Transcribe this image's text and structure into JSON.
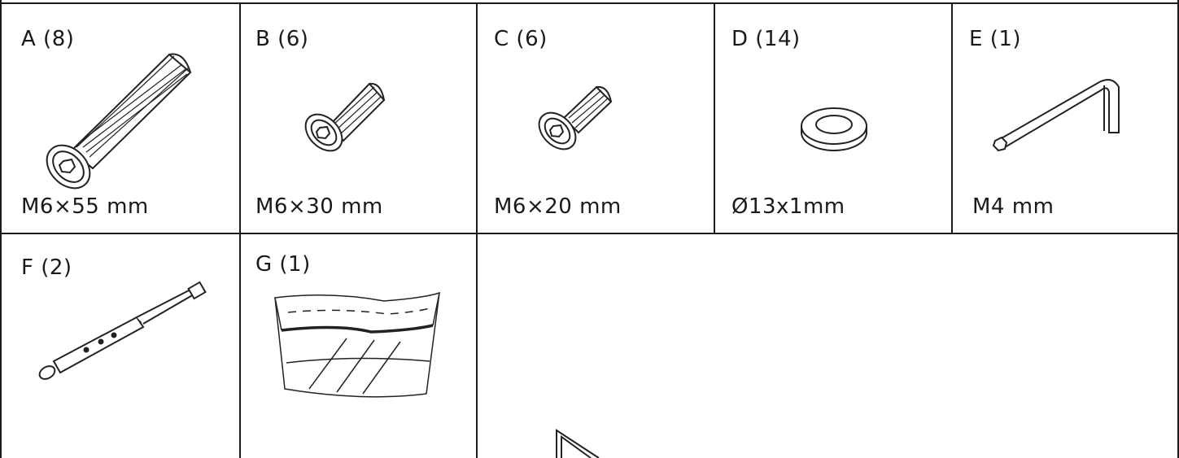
{
  "parts": [
    {
      "id": "A",
      "label": "A (8)",
      "dimension": "M6×55 mm",
      "icon": "long-bolt-icon"
    },
    {
      "id": "B",
      "label": "B (6)",
      "dimension": "M6×30 mm",
      "icon": "bolt-icon"
    },
    {
      "id": "C",
      "label": "C (6)",
      "dimension": "M6×20 mm",
      "icon": "short-bolt-icon"
    },
    {
      "id": "D",
      "label": "D (14)",
      "dimension": "Ø13x1mm",
      "icon": "washer-icon"
    },
    {
      "id": "E",
      "label": "E (1)",
      "dimension": "M4 mm",
      "icon": "allen-key-icon"
    },
    {
      "id": "F",
      "label": "F (2)",
      "dimension": "",
      "icon": "gas-spring-icon"
    },
    {
      "id": "G",
      "label": "G (1)",
      "dimension": "",
      "icon": "plastic-bag-icon"
    }
  ]
}
